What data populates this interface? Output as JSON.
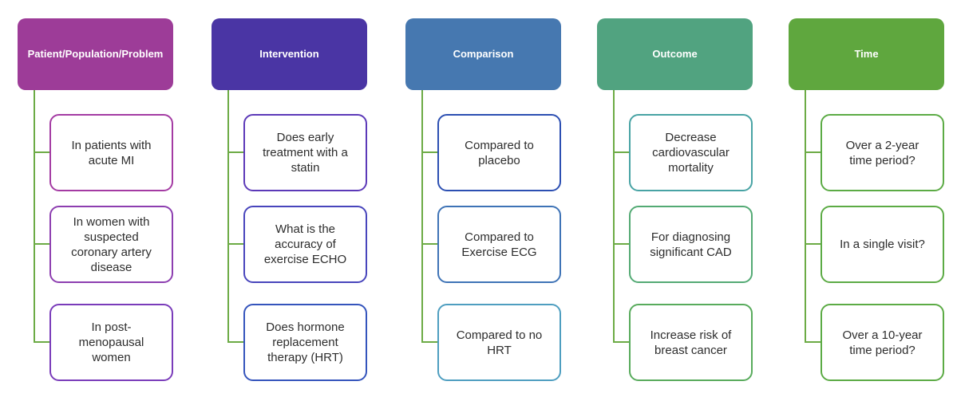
{
  "diagram": {
    "kind": "pico-framework-smartart",
    "connector_color": "#6cab45",
    "header_text_color": "#ffffff",
    "node_text_color": "#2d2d2d",
    "columns": [
      {
        "header": "Patient/Population/Problem",
        "header_color": "#9d3c98",
        "items": [
          {
            "text": "In patients with acute MI",
            "border_color": "#a43ba3"
          },
          {
            "text": "In women with suspected coronary artery disease",
            "border_color": "#8d3eb0"
          },
          {
            "text": "In post-menopausal women",
            "border_color": "#7a3cba"
          }
        ]
      },
      {
        "header": "Intervention",
        "header_color": "#4a35a4",
        "items": [
          {
            "text": "Does early treatment with a statin",
            "border_color": "#5c39b8"
          },
          {
            "text": "What is the accuracy of exercise ECHO",
            "border_color": "#4845bc"
          },
          {
            "text": "Does hormone replacement therapy (HRT)",
            "border_color": "#3454bc"
          }
        ]
      },
      {
        "header": "Comparison",
        "header_color": "#4678b0",
        "items": [
          {
            "text": "Compared to placebo",
            "border_color": "#2c4fb2"
          },
          {
            "text": "Compared to Exercise ECG",
            "border_color": "#3e73b6"
          },
          {
            "text": "Compared to no HRT",
            "border_color": "#4e9ec0"
          }
        ]
      },
      {
        "header": "Outcome",
        "header_color": "#51a380",
        "items": [
          {
            "text": "Decrease cardiovascular mortality",
            "border_color": "#48a3a4"
          },
          {
            "text": "For diagnosing significant CAD",
            "border_color": "#53aa74"
          },
          {
            "text": "Increase risk of breast cancer",
            "border_color": "#58ab5c"
          }
        ]
      },
      {
        "header": "Time",
        "header_color": "#5fa73e",
        "items": [
          {
            "text": "Over a 2-year time period?",
            "border_color": "#5cab45"
          },
          {
            "text": "In a single visit?",
            "border_color": "#5cab45"
          },
          {
            "text": "Over a 10-year time period?",
            "border_color": "#5cab45"
          }
        ]
      }
    ]
  }
}
